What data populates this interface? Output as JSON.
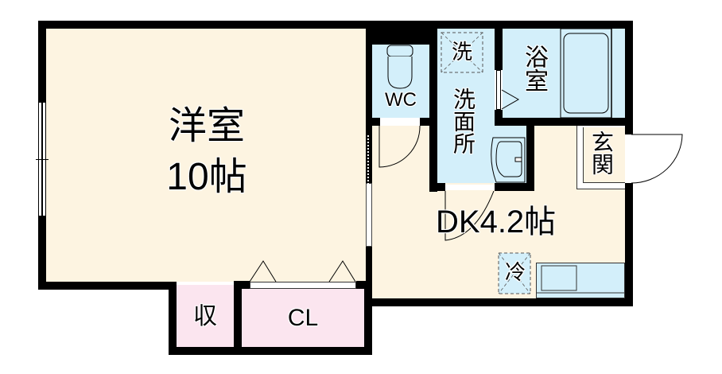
{
  "floorplan": {
    "rooms": {
      "western_room": {
        "label": "洋室",
        "size": "10帖"
      },
      "dk": {
        "label": "DK4.2帖"
      },
      "wc": {
        "label": "WC"
      },
      "washroom": {
        "label": "洗面所"
      },
      "washer": {
        "label": "洗"
      },
      "bath": {
        "label": "浴室"
      },
      "entrance": {
        "label": "玄関"
      },
      "fridge": {
        "label": "冷"
      },
      "storage": {
        "label": "収"
      },
      "closet": {
        "label": "CL"
      }
    },
    "colors": {
      "living_floor": "#fdf4e1",
      "wet_area": "#d3effa",
      "storage_area": "#fbe5ef",
      "wall": "#000000"
    }
  }
}
